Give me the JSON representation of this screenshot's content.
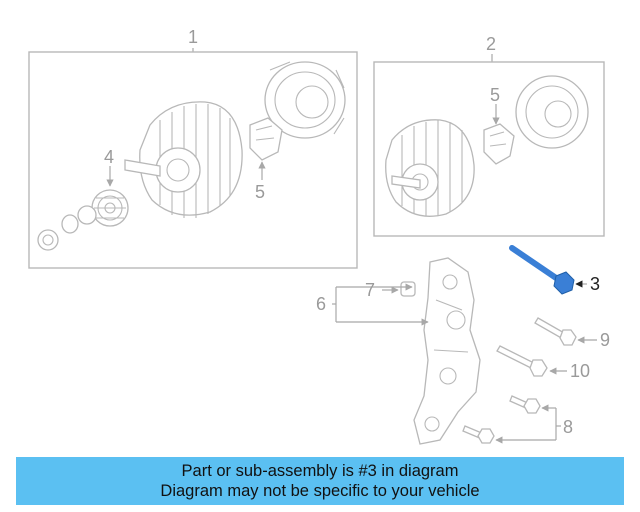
{
  "callouts": {
    "c1": "1",
    "c2": "2",
    "c3": "3",
    "c4": "4",
    "c5a": "5",
    "c5b": "5",
    "c6": "6",
    "c7": "7",
    "c8": "8",
    "c9": "9",
    "c10": "10"
  },
  "highlight_part": "3",
  "colors": {
    "highlight_part": "#3a7fd6",
    "line_art": "#b8b8b8",
    "banner_background": "#5bc0f2"
  },
  "banner": {
    "line1": "Part or sub-assembly is #3 in diagram",
    "line2": "Diagram may not be specific to your vehicle"
  }
}
